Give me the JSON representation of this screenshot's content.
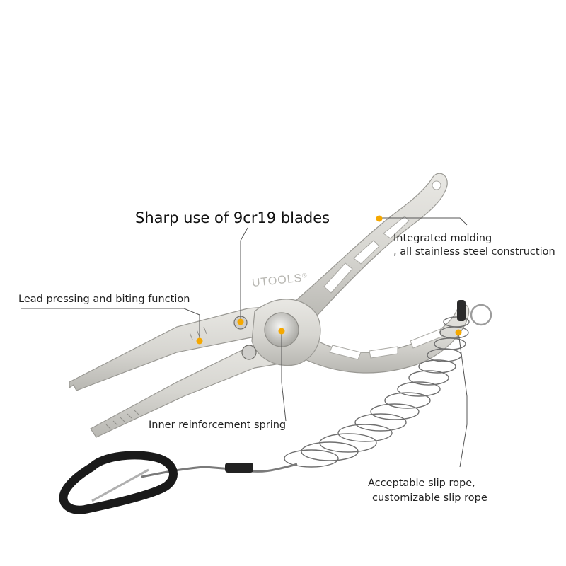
{
  "brand": "UTOOLS",
  "brand_mark": "®",
  "colors": {
    "steel": "#d9d8d4",
    "steel_shade": "#b9b8b3",
    "dot": "#f5a800",
    "leader": "#555555",
    "lanyard": "#6f6f6f",
    "carabiner": "#1a1a1a"
  },
  "callouts": {
    "blades": "Sharp use of 9cr19 blades",
    "lead_pressing": "Lead pressing and biting function",
    "molding_line1": "Integrated molding",
    "molding_line2": ", all stainless steel construction",
    "spring": "Inner reinforcement spring",
    "rope_line1": "Acceptable slip rope,",
    "rope_line2": "customizable slip rope"
  }
}
